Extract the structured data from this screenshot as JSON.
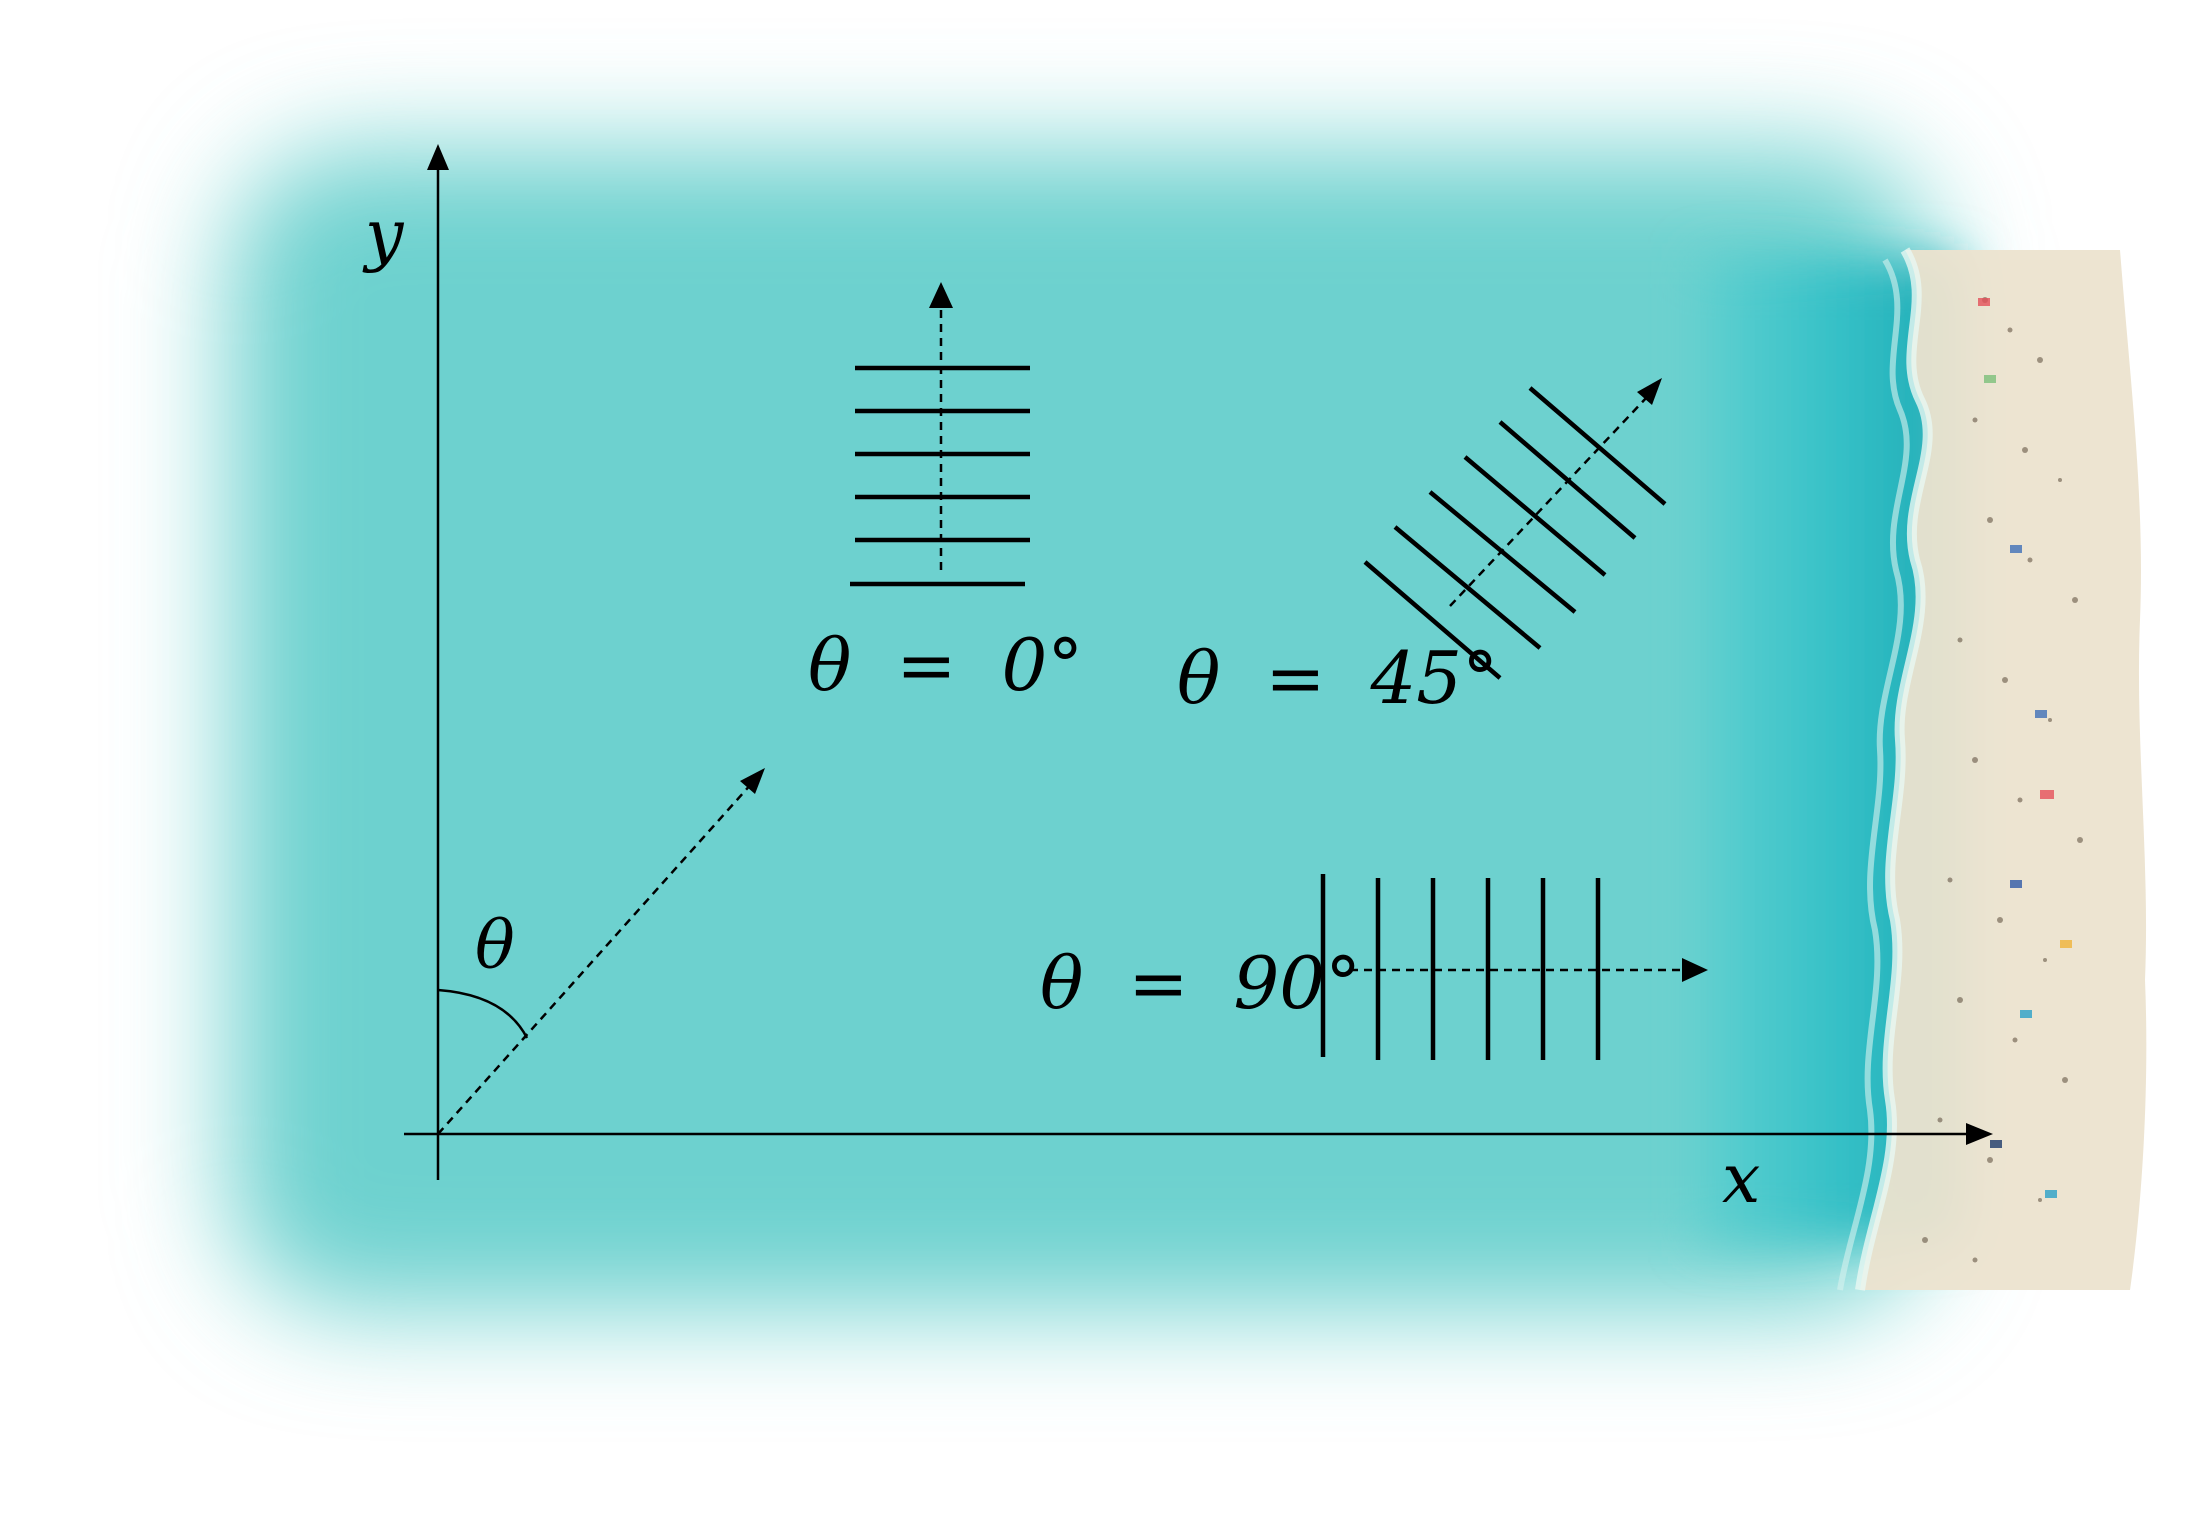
{
  "axes": {
    "x_label": "x",
    "y_label": "y",
    "angle_label": "θ"
  },
  "wave_groups": [
    {
      "theta_symbol": "θ",
      "equals": "=",
      "value": "0°"
    },
    {
      "theta_symbol": "θ",
      "equals": "=",
      "value": "45°"
    },
    {
      "theta_symbol": "θ",
      "equals": "=",
      "value": "90°"
    }
  ],
  "colors": {
    "water": "#6dd1cf",
    "sea_dark": "#2bb7c0",
    "sand": "#ece3cf",
    "ink": "#000000"
  }
}
